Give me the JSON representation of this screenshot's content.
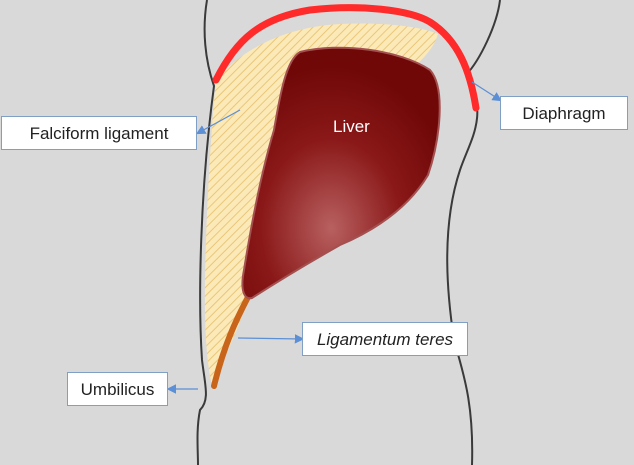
{
  "diagram": {
    "organ_label": "Liver",
    "callouts": {
      "falciform": "Falciform ligament",
      "diaphragm": "Diaphragm",
      "teres": "Ligamentum teres",
      "umbilicus": "Umbilicus"
    }
  },
  "colors": {
    "background": "#d9d9d9",
    "body_outline": "#3a3a3a",
    "diaphragm": "#ff2a2a",
    "falciform": "#fce9b8",
    "falciform_hatch": "#e9c77a",
    "liver_dark": "#7a0a0a",
    "liver_light": "#b85a5a",
    "ligamentum_teres": "#c8651b",
    "leader_line": "#5b8fd6"
  }
}
